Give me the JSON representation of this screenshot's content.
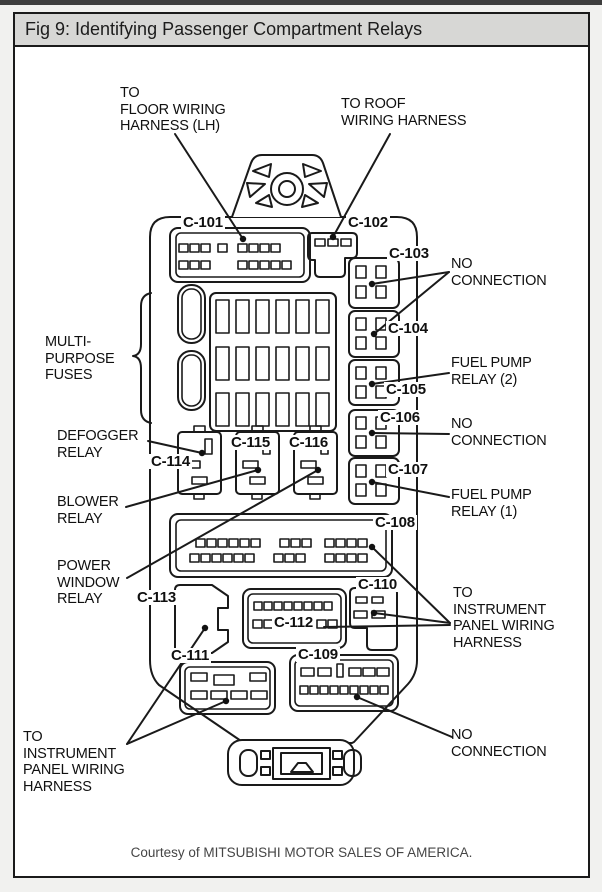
{
  "window": {
    "title": "Fig 9: Identifying Passenger Compartment Relays"
  },
  "labels": {
    "floor_harness": {
      "l1": "TO",
      "l2": "FLOOR WIRING",
      "l3": "HARNESS (LH)"
    },
    "roof_harness": {
      "l1": "TO ROOF",
      "l2": "WIRING HARNESS"
    },
    "multipurpose_fuses": {
      "l1": "MULTI-",
      "l2": "PURPOSE",
      "l3": "FUSES"
    },
    "defogger_relay": {
      "l1": "DEFOGGER",
      "l2": "RELAY"
    },
    "blower_relay": {
      "l1": "BLOWER",
      "l2": "RELAY"
    },
    "power_window_relay": {
      "l1": "POWER",
      "l2": "WINDOW",
      "l3": "RELAY"
    },
    "no_connection_top": {
      "l1": "NO",
      "l2": "CONNECTION"
    },
    "fuel_pump_relay_2": {
      "l1": "FUEL PUMP",
      "l2": "RELAY (2)"
    },
    "no_connection_mid": {
      "l1": "NO",
      "l2": "CONNECTION"
    },
    "fuel_pump_relay_1": {
      "l1": "FUEL PUMP",
      "l2": "RELAY (1)"
    },
    "instrument_panel_right": {
      "l1": "TO",
      "l2": "INSTRUMENT",
      "l3": "PANEL WIRING",
      "l4": "HARNESS"
    },
    "instrument_panel_bottom": {
      "l1": "TO",
      "l2": "INSTRUMENT",
      "l3": "PANEL WIRING",
      "l4": "HARNESS"
    },
    "no_connection_bottom": {
      "l1": "NO",
      "l2": "CONNECTION"
    }
  },
  "connector_ids": {
    "c101": "C-101",
    "c102": "C-102",
    "c103": "C-103",
    "c104": "C-104",
    "c105": "C-105",
    "c106": "C-106",
    "c107": "C-107",
    "c108": "C-108",
    "c109": "C-109",
    "c110": "C-110",
    "c111": "C-111",
    "c112": "C-112",
    "c113": "C-113",
    "c114": "C-114",
    "c115": "C-115",
    "c116": "C-116"
  },
  "footer": {
    "courtesy": "Courtesy of MITSUBISHI MOTOR SALES OF AMERICA."
  },
  "colors": {
    "line": "#1a1a1a",
    "titlebar_bg": "#d7d7d5",
    "page_bg": "#f1f1ef",
    "top_bar": "#3d3d3d"
  }
}
